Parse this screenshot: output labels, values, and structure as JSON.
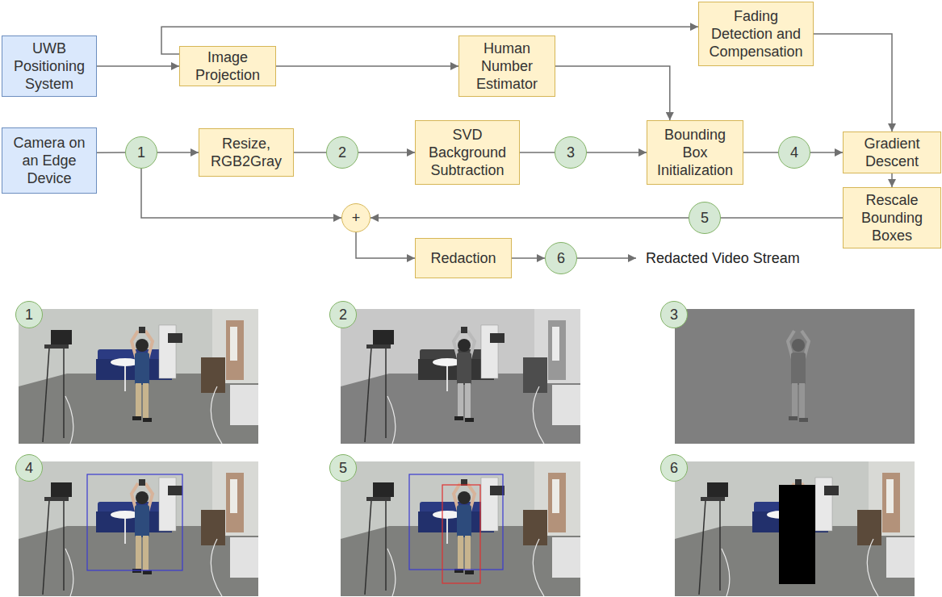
{
  "diagram": {
    "nodes": [
      {
        "text": [
          "UWB Positioning System"
        ]
      },
      {
        "text": [
          "Image Projection"
        ]
      },
      {
        "text": [
          "Fading Detection and Compensation"
        ]
      },
      {
        "text": [
          "Human Number Estimator"
        ]
      },
      {
        "text": [
          "Camera on an Edge Device"
        ]
      },
      {
        "text": [
          "1"
        ]
      },
      {
        "text": [
          "Resize, RGB2Gray"
        ]
      },
      {
        "text": [
          "2"
        ]
      },
      {
        "text": [
          "SVD Background Subtraction"
        ]
      },
      {
        "text": [
          "3"
        ]
      },
      {
        "text": [
          "Bounding Box Initialization"
        ]
      },
      {
        "text": [
          "4"
        ]
      },
      {
        "text": [
          "Gradient Descent"
        ]
      },
      {
        "text": [
          "Rescale Bounding Boxes"
        ]
      },
      {
        "text": [
          "5"
        ]
      },
      {
        "text": [
          "+"
        ]
      },
      {
        "text": [
          "Redaction"
        ]
      },
      {
        "text": [
          "6"
        ]
      },
      {
        "text": [
          "1"
        ]
      },
      {
        "text": [
          "2"
        ]
      },
      {
        "text": [
          "3"
        ]
      },
      {
        "text": [
          "4"
        ]
      },
      {
        "text": [
          "5"
        ]
      },
      {
        "text": [
          "6"
        ]
      }
    ],
    "edges": [
      {
        "from": 0,
        "to": 1,
        "arrow": "to"
      },
      {
        "from": 1,
        "to": 2,
        "arrow": "to"
      },
      {
        "from": 1,
        "to": 3,
        "arrow": "to"
      },
      {
        "from": 2,
        "to": 12,
        "arrow": "to"
      },
      {
        "from": 3,
        "to": 10,
        "arrow": "to"
      },
      {
        "from": 4,
        "to": 5,
        "arrow": "none"
      },
      {
        "from": 5,
        "to": 6,
        "arrow": "to"
      },
      {
        "from": 6,
        "to": 7,
        "arrow": "none"
      },
      {
        "from": 7,
        "to": 8,
        "arrow": "to"
      },
      {
        "from": 8,
        "to": 9,
        "arrow": "none"
      },
      {
        "from": 9,
        "to": 10,
        "arrow": "to"
      },
      {
        "from": 10,
        "to": 11,
        "arrow": "none"
      },
      {
        "from": 11,
        "to": 12,
        "arrow": "to"
      },
      {
        "from": 12,
        "to": 13,
        "arrow": "to"
      },
      {
        "from": 13,
        "to": 14,
        "arrow": "none"
      },
      {
        "from": 14,
        "to": 15,
        "arrow": "to"
      },
      {
        "from": 5,
        "to": 15,
        "arrow": "to"
      },
      {
        "from": 15,
        "to": 16,
        "arrow": "to"
      },
      {
        "from": 16,
        "to": 17,
        "arrow": "to"
      }
    ],
    "labels": [
      "Redacted Video Stream"
    ]
  }
}
